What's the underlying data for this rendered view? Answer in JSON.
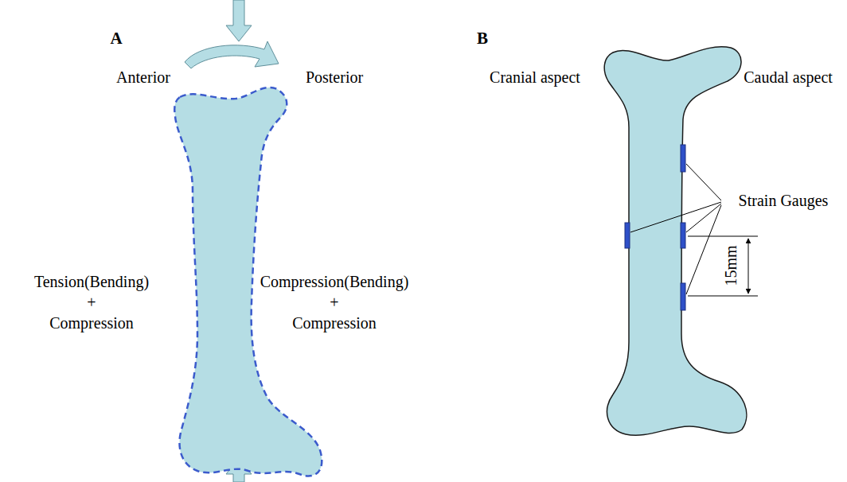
{
  "diagram": {
    "labels": [
      "A",
      "B",
      "Anterior",
      "Posterior",
      "Tension(Bending)",
      "+",
      "Compression",
      "Compression(Bending)",
      "+",
      "Compression",
      "Cranial aspect",
      "Caudal aspect",
      "Strain Gauges",
      "15mm"
    ]
  }
}
